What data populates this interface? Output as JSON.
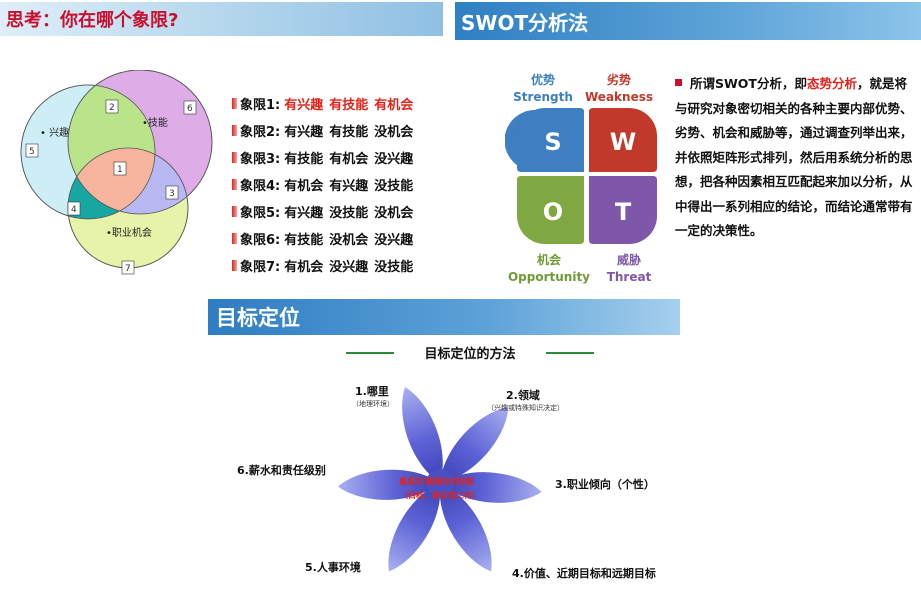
{
  "left_banner": {
    "title": "思考：你在哪个象限?"
  },
  "right_banner": {
    "title": "SWOT分析法"
  },
  "mid_banner": {
    "title": "目标定位"
  },
  "venn": {
    "labels": {
      "interest": "• 兴趣",
      "skill": "•技能",
      "opportunity": "•职业机会"
    },
    "numbers": [
      "1",
      "2",
      "3",
      "4",
      "5",
      "6",
      "7"
    ],
    "colors": {
      "interest": "#cdeef6",
      "skill": "#dca8e6",
      "opportunity": "#e4f2a0"
    }
  },
  "quadrants": [
    {
      "name": "象限1:",
      "terms": [
        "有兴趣",
        "有技能",
        "有机会"
      ],
      "highlight": true
    },
    {
      "name": "象限2:",
      "terms": [
        "有兴趣",
        "有技能",
        "没机会"
      ],
      "highlight": false
    },
    {
      "name": "象限3:",
      "terms": [
        "有技能",
        "有机会",
        "没兴趣"
      ],
      "highlight": false
    },
    {
      "name": "象限4:",
      "terms": [
        "有机会",
        "有兴趣",
        "没技能"
      ],
      "highlight": false
    },
    {
      "name": "象限5:",
      "terms": [
        "有兴趣",
        "没技能",
        "没机会"
      ],
      "highlight": false
    },
    {
      "name": "象限6:",
      "terms": [
        "有技能",
        "没机会",
        "没兴趣"
      ],
      "highlight": false
    },
    {
      "name": "象限7:",
      "terms": [
        "有机会",
        "没兴趣",
        "没技能"
      ],
      "highlight": false
    }
  ],
  "swot": {
    "strength_cn": "优势",
    "strength_en": "Strength",
    "weakness_cn": "劣势",
    "weakness_en": "Weakness",
    "opportunity_cn": "机会",
    "opportunity_en": "Opportunity",
    "threat_cn": "威胁",
    "threat_en": "Threat",
    "letters": {
      "s": "S",
      "w": "W",
      "o": "O",
      "t": "T"
    },
    "colors": {
      "s": "#3d7fc1",
      "w": "#c0392b",
      "o": "#7fa843",
      "t": "#7e57a8"
    }
  },
  "swot_desc": {
    "before": "所谓SWOT分析，即",
    "highlight": "态势分析",
    "after": "，就是将与研究对象密切相关的各种主要内部优势、劣势、机会和威胁等，通过调查列举出来，并依照矩阵形式排列，然后用系统分析的思想，把各种因素相互匹配起来加以分析，从中得出一系列相应的结论，而结论通常带有一定的决策性。"
  },
  "methods": {
    "title": "目标定位的方法",
    "item1": "1.哪里",
    "item1_sub": "（地理环境）",
    "item2": "2.领域",
    "item2_sub": "（兴趣或特殊知识决定）",
    "item3": "3.职业倾向（个性）",
    "item4": "4.价值、近期目标和远期目标",
    "item5": "5.人事环境",
    "item6": "6.薪水和责任级别",
    "center_line1": "最喜欢/最擅长的技能",
    "center_line2": "（目标、事业或工作）"
  }
}
